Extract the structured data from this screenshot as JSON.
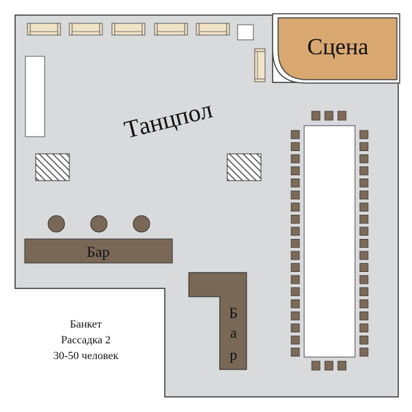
{
  "stage_label": "Сцена",
  "dance_floor_label": "Танцпол",
  "bar_label": "Бар",
  "bar_vertical_letters": [
    "Б",
    "а",
    "р"
  ],
  "caption": {
    "line1": "Банкет",
    "line2": "Рассадка 2",
    "line3": "30-50 человек"
  },
  "colors": {
    "floor": "#d9dadb",
    "stage": "#d9a871",
    "bar": "#7a6856",
    "chair": "#7d6a57",
    "sofa": "#f1e3c6",
    "table": "#ffffff",
    "hatch": "#555555"
  }
}
